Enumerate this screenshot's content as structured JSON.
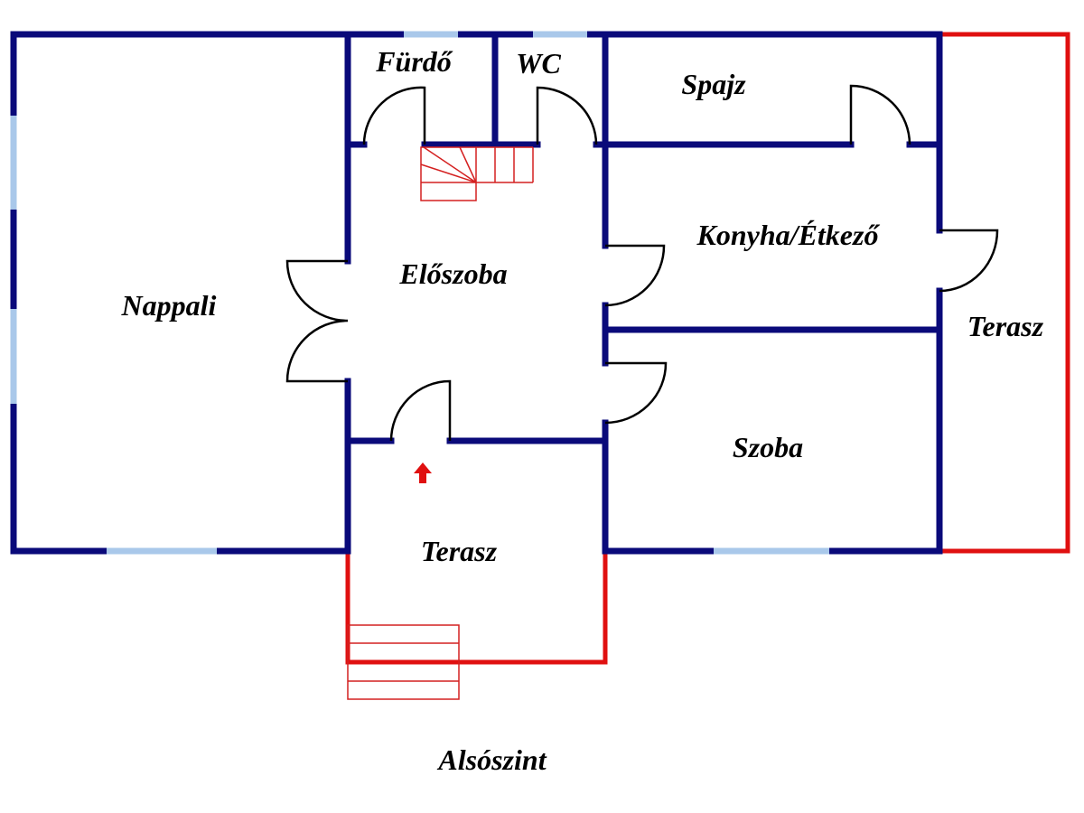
{
  "rooms": {
    "furdo": "Fürdő",
    "wc": "WC",
    "spajz": "Spajz",
    "konyha": "Konyha/Étkező",
    "eloszoba": "Előszoba",
    "nappali": "Nappali",
    "terasz_right": "Terasz",
    "szoba": "Szoba",
    "terasz_front": "Terasz"
  },
  "floor_label": "Alsószint",
  "colors": {
    "wall": "#0a0a7a",
    "window": "#a9c8ea",
    "terrace": "#e01010",
    "stairs": "#d42020"
  }
}
